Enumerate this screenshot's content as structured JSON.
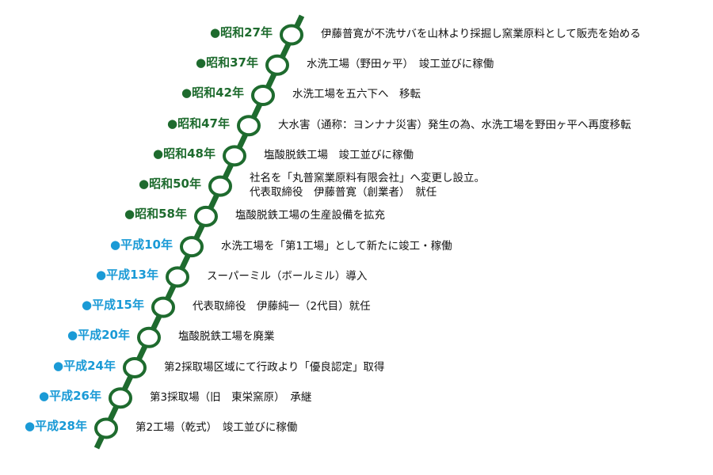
{
  "colors": {
    "line": "#1e6b2e",
    "node_fill": "#ffffff",
    "showa_label": "#1e6b2e",
    "heisei_label": "#1a9ad6",
    "event_text": "#111111"
  },
  "dot_glyph": "●",
  "timeline": [
    {
      "era": "昭和",
      "year": "昭和27年",
      "lines": [
        "伊藤普寛が不洗サバを山林より採掘し窯業原料として販売を始める"
      ]
    },
    {
      "era": "昭和",
      "year": "昭和37年",
      "lines": [
        "水洗工場（野田ヶ平）　竣工並びに稼働"
      ]
    },
    {
      "era": "昭和",
      "year": "昭和42年",
      "lines": [
        "水洗工場を五六下へ　移転"
      ]
    },
    {
      "era": "昭和",
      "year": "昭和47年",
      "lines": [
        "大水害（通称：ヨンナナ災害）発生の為、水洗工場を野田ヶ平へ再度移転"
      ]
    },
    {
      "era": "昭和",
      "year": "昭和48年",
      "lines": [
        "塩酸脱鉄工場　竣工並びに稼働"
      ]
    },
    {
      "era": "昭和",
      "year": "昭和50年",
      "lines": [
        "社名を「丸普窯業原料有限会社」へ変更し設立。",
        "代表取締役　伊藤普寛（創業者）　就任"
      ]
    },
    {
      "era": "昭和",
      "year": "昭和58年",
      "lines": [
        "塩酸脱鉄工場の生産設備を拡充"
      ]
    },
    {
      "era": "平成",
      "year": "平成10年",
      "lines": [
        "水洗工場を「第1工場」として新たに竣工・稼働"
      ]
    },
    {
      "era": "平成",
      "year": "平成13年",
      "lines": [
        "スーパーミル（ボールミル）導入"
      ]
    },
    {
      "era": "平成",
      "year": "平成15年",
      "lines": [
        "代表取締役　伊藤純一（2代目）就任"
      ]
    },
    {
      "era": "平成",
      "year": "平成20年",
      "lines": [
        "塩酸脱鉄工場を廃業"
      ]
    },
    {
      "era": "平成",
      "year": "平成24年",
      "lines": [
        "第2採取場区域にて行政より「優良認定」取得"
      ]
    },
    {
      "era": "平成",
      "year": "平成26年",
      "lines": [
        "第3採取場（旧　東栄窯原）　承継"
      ]
    },
    {
      "era": "平成",
      "year": "平成28年",
      "lines": [
        "第2工場（乾式）　竣工並びに稼働"
      ]
    }
  ]
}
